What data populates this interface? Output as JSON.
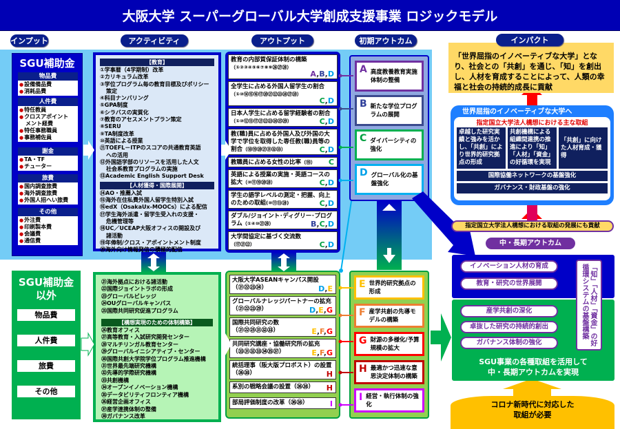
{
  "title": "大阪大学 スーパーグローバル大学創成支援事業 ロジックモデル",
  "columns": {
    "input": "インプット",
    "activity": "アクティビティ",
    "output": "アウトプット",
    "initial_outcome": "初期アウトカム",
    "impact": "インパクト"
  },
  "sgu_funds": {
    "title": "SGU補助金",
    "categories": [
      {
        "name": "物品費",
        "items": [
          "設備備品費",
          "消耗品費"
        ]
      },
      {
        "name": "人件費",
        "items": [
          "特任教員",
          "クロスアポイント",
          "メント経費",
          "特任事務職員",
          "事務補佐員"
        ]
      },
      {
        "name": "謝金",
        "items": [
          "TA・TF",
          "チューター"
        ]
      },
      {
        "name": "旅費",
        "items": [
          "国内調査旅費",
          "海外調査旅費",
          "外国人招へい旅費"
        ]
      },
      {
        "name": "その他",
        "items": [
          "外注費",
          "印刷製本費",
          "会議費",
          "通信費"
        ]
      }
    ]
  },
  "activities_top": {
    "education_header": "【教育】",
    "education": [
      "①学事暦（4学期制）改革",
      "②カリキュラム改革",
      "③学位プログラム毎の教育目標及びポリシー",
      "策定",
      "④科目ナンバリング",
      "⑤GPA制度",
      "⑥シラバスの実質化",
      "⑦教育のアセスメントプラン策定",
      "⑧SERU",
      "⑨TA制度改革",
      "⑩英語による授業",
      "⑪TOEFL－ITPのスコアの共通教育英語",
      "への活用",
      "⑫外国語学部のリソースを活用した人文",
      "社会系教育プログラムの実施",
      "⑬Academic English Support Desk"
    ],
    "talent_header": "【人材獲得・国際展開】",
    "talent": [
      "⑭AO・推薦入試",
      "⑮海外在住私費外国人留学生特別入試",
      "⑯edX（OsakaUx-MOOCs）による配信",
      "⑰学生海外派遣・留学生受入れの支援・",
      "危機管理等",
      "⑱UC／UCEAP大阪オフィスの開設及び",
      "諸活動",
      "⑲年俸制/クロス・アポイントメント制度",
      "⑳海外向け情報発信の積極的配信"
    ]
  },
  "outputs_top": [
    {
      "text": "教育の内部質保証体制の構築",
      "refs": "（①②③④⑤⑥⑦⑧⑨㉖㉗㉘）",
      "codes": [
        "A",
        "B",
        "D"
      ]
    },
    {
      "text": "全学生に占める外国人留学生の割合",
      "refs": "（①⑩⑭⑮⑯⑰⑳㉑㉒㉓㉔㉗㉘）",
      "codes": [
        "C",
        "D"
      ]
    },
    {
      "text": "日本人学生に占める留学経験者の割合",
      "refs": "（①⑩⑫⑬⑰㉑㉒㉓㉔㉕㉙）",
      "codes": [
        "C",
        "D"
      ]
    },
    {
      "text": "教(職)員に占める外国人及び外国の大学で学位を取得した専任教(職)員等の割合",
      "refs": "（⑱⑲⑳㉑㉛㉜㉝）",
      "codes": [
        "C",
        "D"
      ]
    },
    {
      "text": "教職員に占める女性の比率",
      "refs": "（⑲）",
      "codes": [
        "C"
      ]
    },
    {
      "text": "英語による授業の実施・英語コースの拡大",
      "refs": "（⑩⑪⑲⑳㉘）",
      "codes": [
        "C",
        "D"
      ]
    },
    {
      "text": "学生の語学レベルの測定・把握、向上のための取組",
      "refs": "(⑩⑪⑬㉘)",
      "codes": [
        "C",
        "D"
      ]
    },
    {
      "text": "ダブル/ジョイント･ディグリー･プログラム",
      "refs": "（①④⑩㉑㉙）",
      "codes": [
        "B",
        "C",
        "D"
      ]
    },
    {
      "text": "大学間協定に基づく交流数",
      "refs": "（⑰㉑㉒）",
      "codes": [
        "C",
        "D"
      ]
    }
  ],
  "initial_outcomes_top": [
    {
      "letter": "A",
      "text": "高度教養教育実施体制の整備",
      "color": "#7030a0"
    },
    {
      "letter": "B",
      "text": "新たな学位プログラムの展開",
      "color": "#2f3f9a"
    },
    {
      "letter": "C",
      "text": "ダイバーシティの強化",
      "color": "#00b050"
    },
    {
      "letter": "D",
      "text": "グローバル化の基盤強化",
      "color": "#00b0f0"
    }
  ],
  "non_sgu_funds": {
    "title_line1": "SGU補助金",
    "title_line2": "以外",
    "categories": [
      "物品費",
      "人件費",
      "旅費",
      "その他"
    ]
  },
  "activities_bottom": {
    "global": [
      "㉑海外拠点における諸活動",
      "㉒国際ジョイントラボの形成",
      "㉓グローバルビレッジ",
      "㉔OUグローバルキャンパス",
      "㉕国際共同研究促進プログラム"
    ],
    "structure_header": "【構想実現のための体制構築】",
    "structure": [
      "㉖教育オフィス",
      "㉗高等教育・入試研究開発センター",
      "㉘マルチリンガル教育センター",
      "㉙グローバルイニシアティブ・センター",
      "㉚国際共創大学院学位プログラム推進機構",
      "㉛世界最先端研究機構",
      "㉜先導的学際研究機構",
      "㉝共創機構",
      "㉞オープンイノベーション機構",
      "㉟データビリティフロンティア機構",
      "㊱経営企画オフィス",
      "㊲産学連携体制の整備",
      "㊳ガバナンス改革"
    ]
  },
  "outputs_bottom": [
    {
      "text": "大阪大学ASEANキャンパス開設",
      "refs": "（㉑㉒㉓㉔）",
      "codes": [
        "D",
        "E"
      ]
    },
    {
      "text": "グローバルナレッジパートナーの拡充",
      "refs": "（㉑㉒㉓㉙）",
      "codes": [
        "D",
        "E",
        "G"
      ]
    },
    {
      "text": "国際共同研究の数",
      "refs": "（㉑㉒㉕㉛㉜㉝）",
      "codes": [
        "E",
        "F",
        "G"
      ]
    },
    {
      "text": "共同研究講座・協働研究所の拡充",
      "refs": "（㉝㉛㉜㉝㉞㉟㊲）",
      "codes": [
        "E",
        "F",
        "G"
      ]
    },
    {
      "text": "統括理事（阪大版プロボスト）の設置",
      "refs": "（㊱㊳）",
      "codes": [
        "H"
      ]
    },
    {
      "text": "系別の戦略会議の設置",
      "refs": "（㊱㊳）",
      "codes": [
        "H"
      ]
    },
    {
      "text": "部局評価制度の改革",
      "refs": "（㊱㊳）",
      "codes": [
        "I"
      ]
    }
  ],
  "initial_outcomes_bottom": [
    {
      "letter": "E",
      "text": "世界的研究拠点の形成",
      "color": "#ffc000"
    },
    {
      "letter": "F",
      "text": "産学共創の先導モデルの構築",
      "color": "#ed7d31"
    },
    {
      "letter": "G",
      "text": "財源の多様化/予算規模の拡大",
      "color": "#ff0000"
    },
    {
      "letter": "H",
      "text": "最適かつ迅速な意思決定体制の構築",
      "color": "#c00000"
    },
    {
      "letter": "I",
      "text": "経営・執行体制の強化",
      "color": "#cc00ff"
    }
  ],
  "impact": {
    "text": "「世界屈指のイノベーティブな大学」となり、社会との「共創」を通じ、「知」を創出し、人材を育成することによって、人類の幸福と社会の持続的成長に貢献"
  },
  "designated_univ": {
    "header": "世界屈指のイノベーティブな大学へ",
    "subheader": "指定国立大学法人構想における主な取組",
    "initiatives": [
      "卓越した研究実績と強みを活かし、「共創」により世界的研究拠点の形成",
      "共創機構による組織間連携の推進により「知」「人材」「資金」の好循環を実現",
      "「共創」に向けた人材育成・獲得"
    ],
    "bars": [
      "国際協働ネットワークの基盤強化",
      "ガバナンス・財政基盤の強化"
    ]
  },
  "contribution": "指定国立大学法人構想における取組の発展にも貢献",
  "mid_long_outcome": {
    "label": "中・長期アウトカム",
    "blue_items": [
      "イノベーション人材の育成",
      "教育・研究の世界展開"
    ],
    "green_items": [
      "産学共創の深化",
      "卓抜した研究の持続的創出",
      "ガバナンス体制の強化"
    ],
    "cycle": "「知」「人材」「資金」の好循環システムの基盤構築",
    "realize_line1": "SGU事業の各種取組を活用して",
    "realize_line2": "中・長期アウトカムを実現"
  },
  "corona": {
    "line1": "コロナ新時代に対応した",
    "line2": "取組が必要"
  },
  "colors": {
    "title_bg": "#0000b4",
    "top_band": "#74ccf6",
    "sgu_blue": "#0000c8",
    "green": "#00b050",
    "light_green": "#92d050",
    "impact_yellow": "#ffd966",
    "purple": "#7030a0",
    "red_arrow": "#ff0000"
  }
}
